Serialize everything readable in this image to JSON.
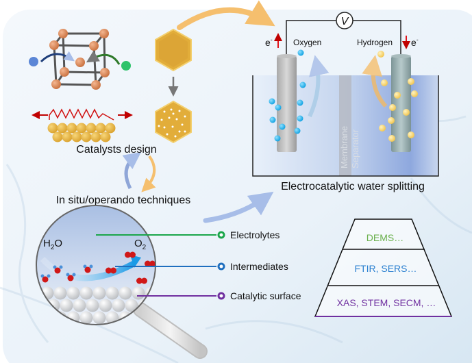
{
  "catalysts_design": {
    "label": "Catalysts design"
  },
  "techniques": {
    "label": "In situ/operando techniques"
  },
  "cell": {
    "title": "Electrocatalytic water splitting",
    "voltmeter": "V",
    "electron_left": "e",
    "electron_right": "e",
    "electron_sup": "-",
    "oxygen": "Oxygen",
    "hydrogen": "Hydrogen",
    "membrane_line1": "Membrane",
    "membrane_line2": "Separator"
  },
  "magnifier": {
    "reactant": "H",
    "reactant_sub": "2",
    "reactant_end": "O",
    "product": "O",
    "product_sub": "2"
  },
  "levels": [
    {
      "label": "Electrolytes",
      "color": "#1aa64a"
    },
    {
      "label": "Intermediates",
      "color": "#1f6fbf"
    },
    {
      "label": "Catalytic surface",
      "color": "#7030a0"
    }
  ],
  "pyramid": [
    {
      "label": "DEMS…",
      "color": "#6ab04c"
    },
    {
      "label": "FTIR, SERS…",
      "color": "#2a7fd0"
    },
    {
      "label": "XAS, STEM, SECM, …",
      "color": "#7030a0"
    }
  ],
  "colors": {
    "gold": "#e2ad3a",
    "oxygen_bubble": "#1fb3ee",
    "hydrogen_bubble": "#f5d36a",
    "arrow_red": "#e0141b"
  }
}
